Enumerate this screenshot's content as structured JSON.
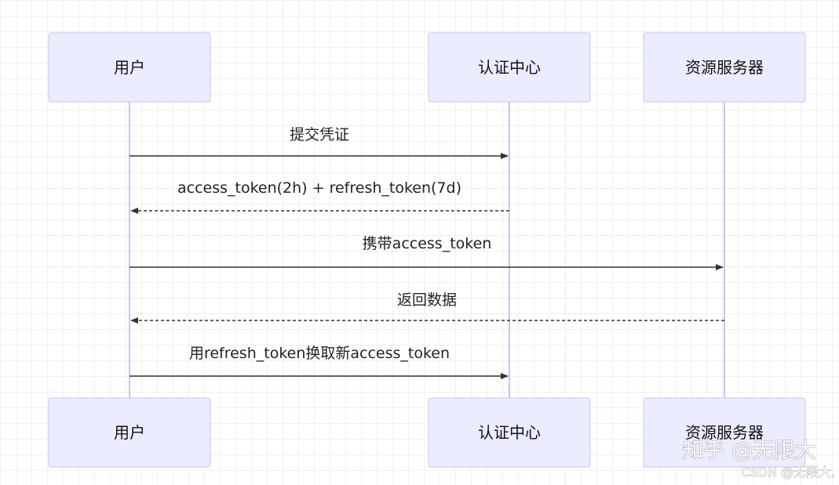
{
  "actors": [
    {
      "id": "user",
      "label": "用户"
    },
    {
      "id": "auth",
      "label": "认证中心"
    },
    {
      "id": "resource",
      "label": "资源服务器"
    }
  ],
  "messages": [
    {
      "from": "user",
      "to": "auth",
      "label": "提交凭证",
      "style": "solid"
    },
    {
      "from": "auth",
      "to": "user",
      "label": "access_token(2h) + refresh_token(7d)",
      "style": "dashed"
    },
    {
      "from": "user",
      "to": "resource",
      "label": "携带access_token",
      "style": "solid"
    },
    {
      "from": "resource",
      "to": "user",
      "label": "返回数据",
      "style": "dashed"
    },
    {
      "from": "user",
      "to": "auth",
      "label": "用refresh_token换取新access_token",
      "style": "solid"
    }
  ],
  "watermark": {
    "main": "知乎 @无限大",
    "sub": "CSDN @无限大."
  },
  "colors": {
    "actor_fill": "#ececff",
    "actor_border": "#c9c5ec",
    "lifeline": "#ccc3ec",
    "arrow": "#333333"
  }
}
